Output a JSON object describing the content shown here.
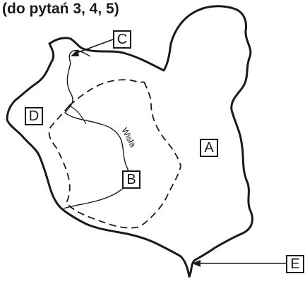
{
  "title": "(do pytań 3, 4, 5)",
  "river_label": "Wisła",
  "labels": {
    "a": "A",
    "b": "B",
    "c": "C",
    "d": "D",
    "e": "E"
  },
  "colors": {
    "ink": "#1a1a1a",
    "background": "#ffffff"
  }
}
